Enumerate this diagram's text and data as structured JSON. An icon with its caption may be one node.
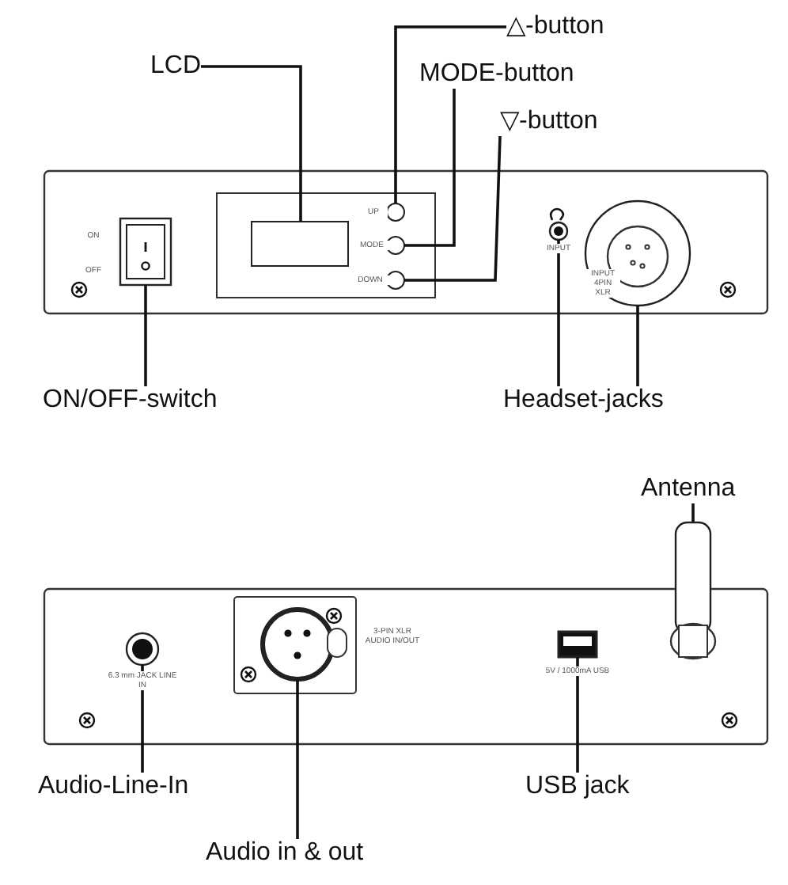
{
  "diagram": {
    "nodes": [
      {
        "text": [
          "LCD"
        ]
      },
      {
        "text": [],
        "shape": "box"
      },
      {
        "text": [
          "△-button"
        ]
      },
      {
        "text": [],
        "shape": "circle"
      },
      {
        "text": [
          "MODE-button"
        ]
      },
      {
        "text": [],
        "shape": "circle"
      },
      {
        "text": [
          "▽-button"
        ]
      },
      {
        "text": [],
        "shape": "circle"
      },
      {
        "text": [
          "ON/OFF-switch"
        ]
      },
      {
        "text": [],
        "shape": "box"
      },
      {
        "text": [
          "Headset-jacks"
        ]
      },
      {
        "text": [],
        "shape": "circle"
      },
      {
        "text": [],
        "shape": "circle"
      },
      {
        "text": [
          "Antenna"
        ]
      },
      {
        "text": [],
        "shape": "bar"
      },
      {
        "text": [
          "Audio-Line-In"
        ]
      },
      {
        "text": [],
        "shape": "circle"
      },
      {
        "text": [
          "Audio in & out"
        ]
      },
      {
        "text": [],
        "shape": "circle"
      },
      {
        "text": [
          "USB jack"
        ]
      },
      {
        "text": [],
        "shape": "box"
      }
    ],
    "edges": [
      {
        "from": 0,
        "to": 1,
        "arrow": "none"
      },
      {
        "from": 2,
        "to": 3,
        "arrow": "none"
      },
      {
        "from": 4,
        "to": 5,
        "arrow": "none"
      },
      {
        "from": 6,
        "to": 7,
        "arrow": "none"
      },
      {
        "from": 8,
        "to": 9,
        "arrow": "none"
      },
      {
        "from": 10,
        "to": 11,
        "arrow": "none"
      },
      {
        "from": 10,
        "to": 12,
        "arrow": "none"
      },
      {
        "from": 13,
        "to": 14,
        "arrow": "none"
      },
      {
        "from": 15,
        "to": 16,
        "arrow": "none"
      },
      {
        "from": 17,
        "to": 18,
        "arrow": "none"
      },
      {
        "from": 19,
        "to": 20,
        "arrow": "none"
      }
    ],
    "labels": [
      "ON",
      "OFF",
      "UP",
      "MODE",
      "DOWN",
      "INPUT",
      "INPUT 4PIN XLR",
      "6.3 mm JACK LINE IN",
      "3-PIN XLR AUDIO IN/OUT",
      "5V / 1000mA USB"
    ]
  }
}
